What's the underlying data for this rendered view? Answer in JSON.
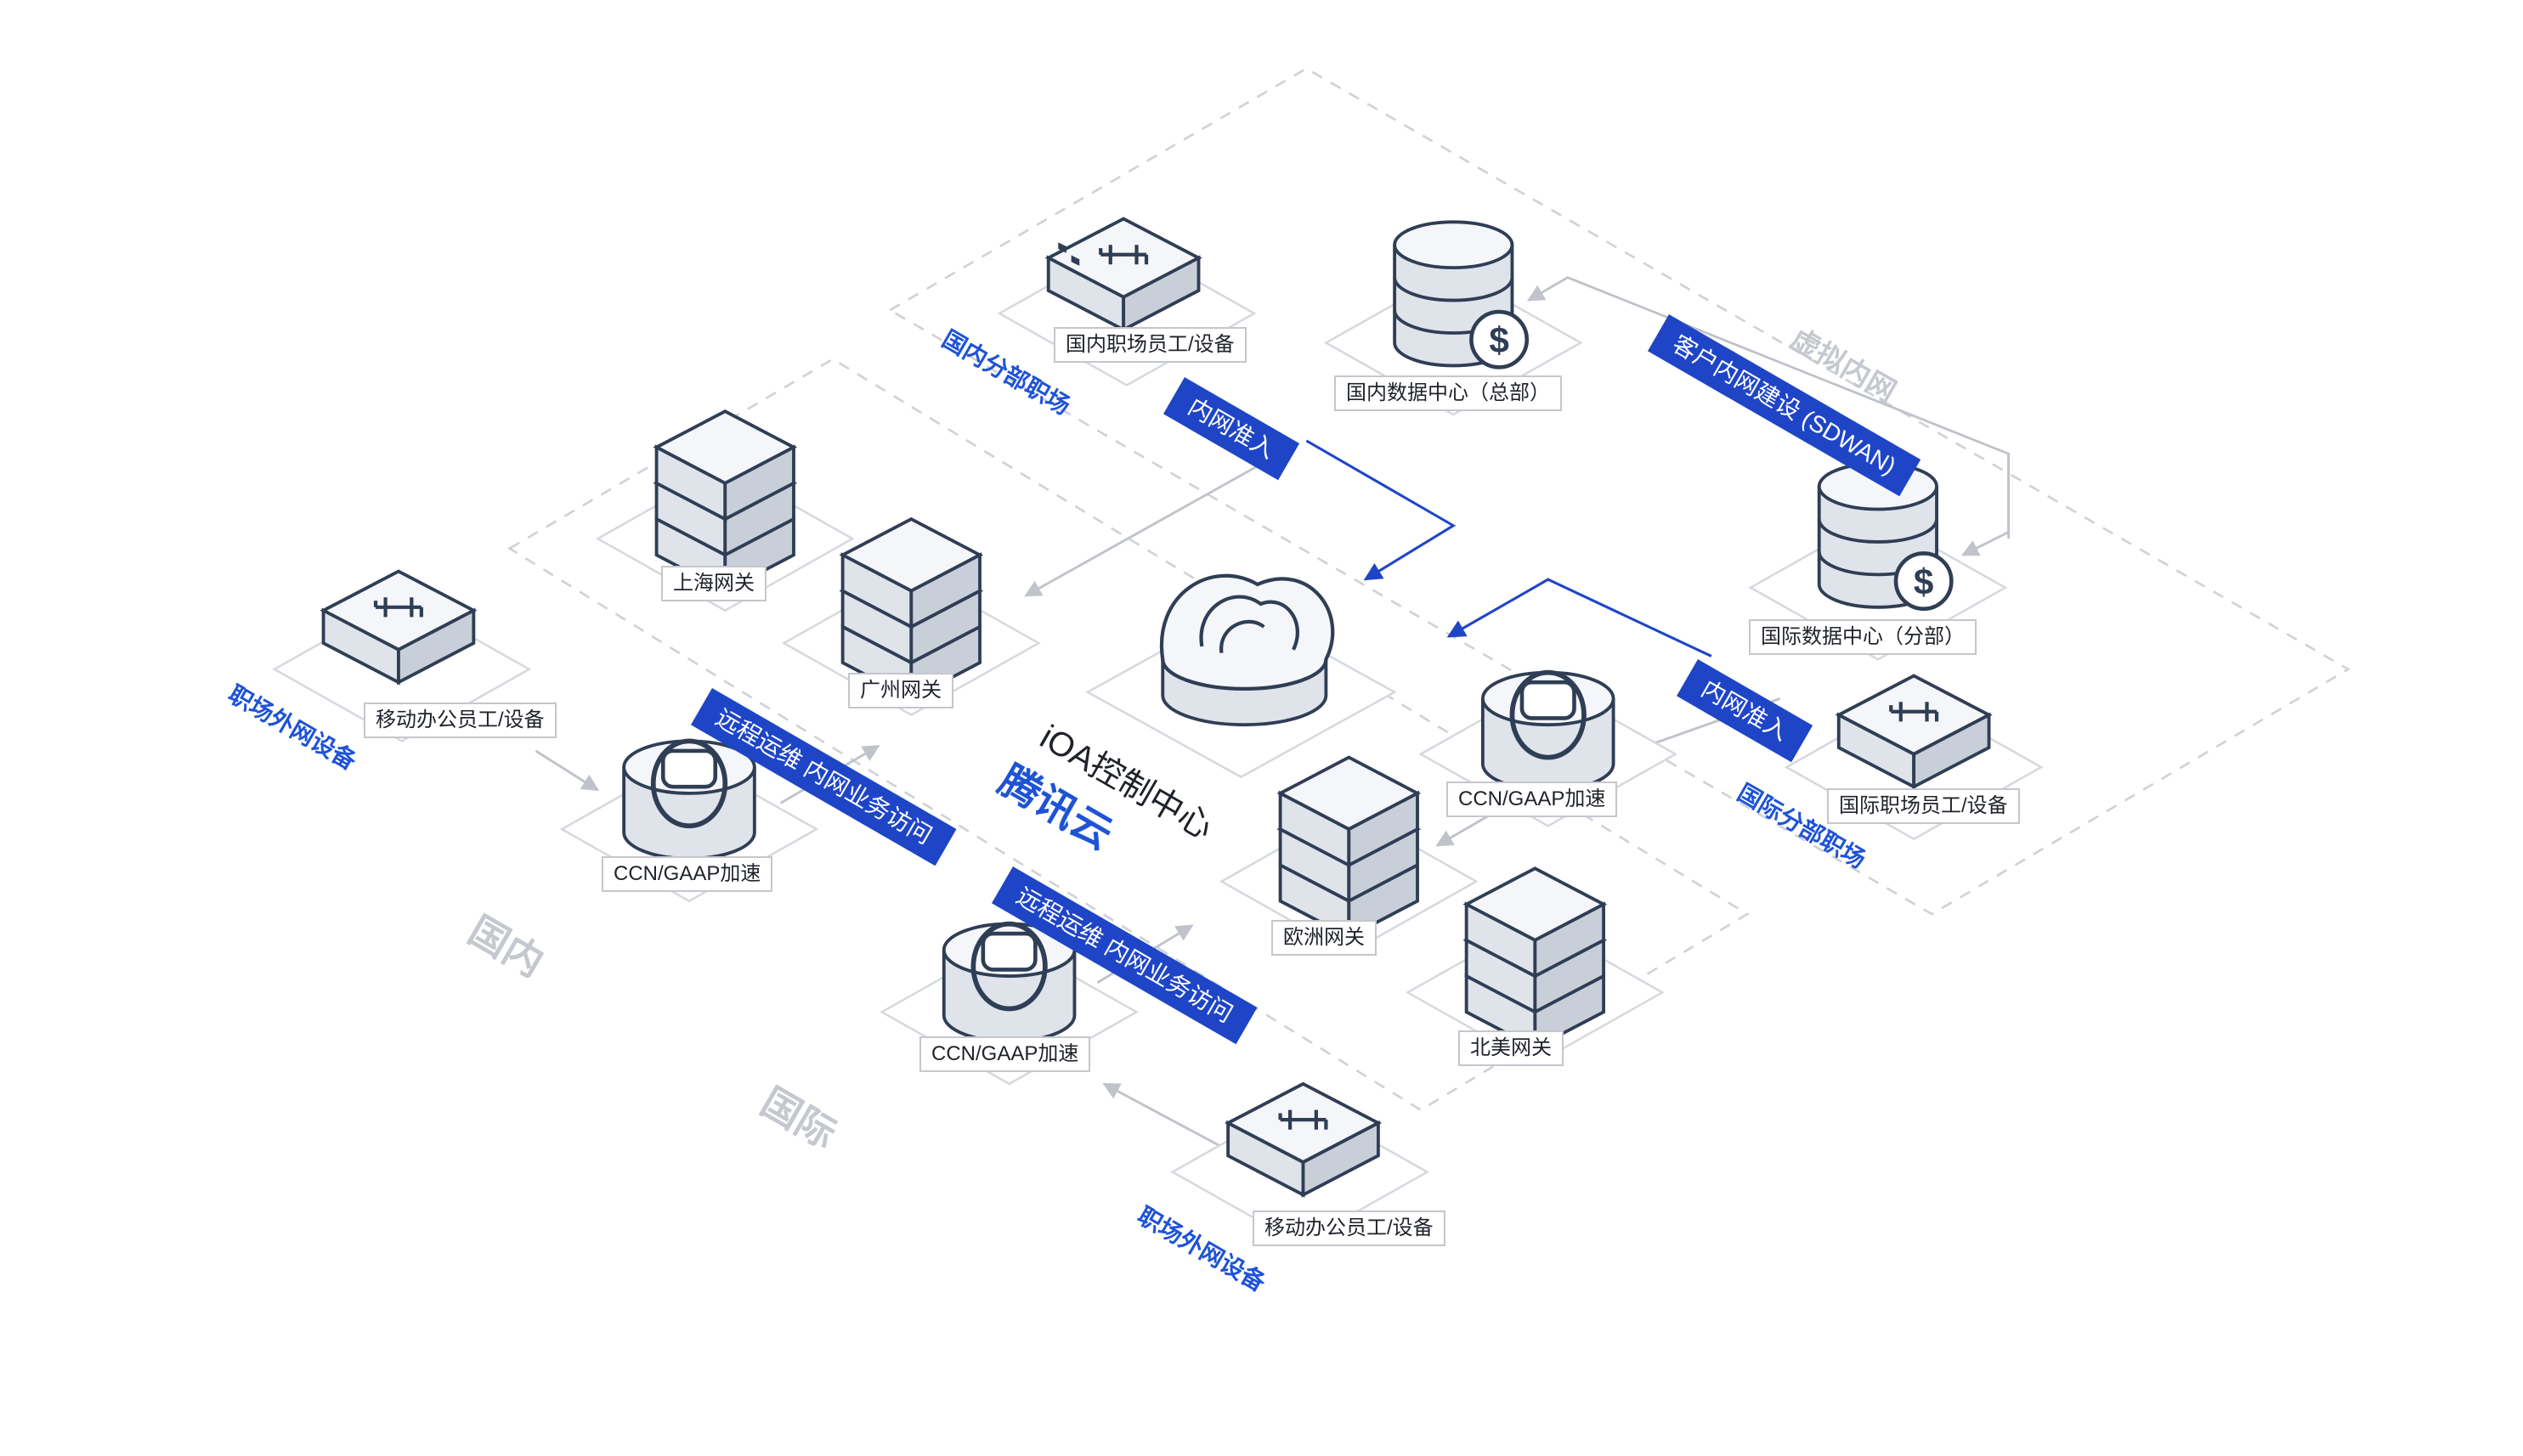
{
  "center": {
    "title": "iOA控制中心",
    "subtitle": "腾讯云"
  },
  "zones": {
    "virtual": "虚拟内网",
    "domestic": "国内",
    "international": "国际"
  },
  "nodes": {
    "domestic_staff": "国内职场员工/设备",
    "domestic_dc": "国内数据中心（总部）",
    "intl_dc": "国际数据中心（分部）",
    "intl_staff": "国际职场员工/设备",
    "shanghai_gw": "上海网关",
    "guangzhou_gw": "广州网关",
    "mobile_left": "移动办公员工/设备",
    "ccn_left": "CCN/GAAP加速",
    "ccn_bottom": "CCN/GAAP加速",
    "ccn_right": "CCN/GAAP加速",
    "europe_gw": "欧洲网关",
    "na_gw": "北美网关",
    "mobile_bottom": "移动办公员工/设备"
  },
  "tags": {
    "domestic_branch": "国内分部职场",
    "intl_branch": "国际分部职场",
    "offsite_left": "职场外网设备",
    "offsite_bottom": "职场外网设备"
  },
  "ribbons": {
    "access_top": "内网准入",
    "access_right": "内网准入",
    "sdwan": "客户内网建设 (SDWAN)",
    "ops_upper": "远程运维  内网业务访问",
    "ops_lower": "远程运维  内网业务访问"
  },
  "colors": {
    "accent_blue": "#1f45c7",
    "tag_blue": "#1e53d6",
    "outline": "#2f3e55",
    "device_fill": "#dfe3ea",
    "zone_text": "#c5c8ce"
  },
  "icons": {
    "network_device": "network-switch-icon",
    "database": "database-icon",
    "dollar": "dollar-icon",
    "server": "server-stack-icon",
    "accelerator": "ccn-accelerator-icon",
    "cloud": "cloud-shield-icon"
  }
}
